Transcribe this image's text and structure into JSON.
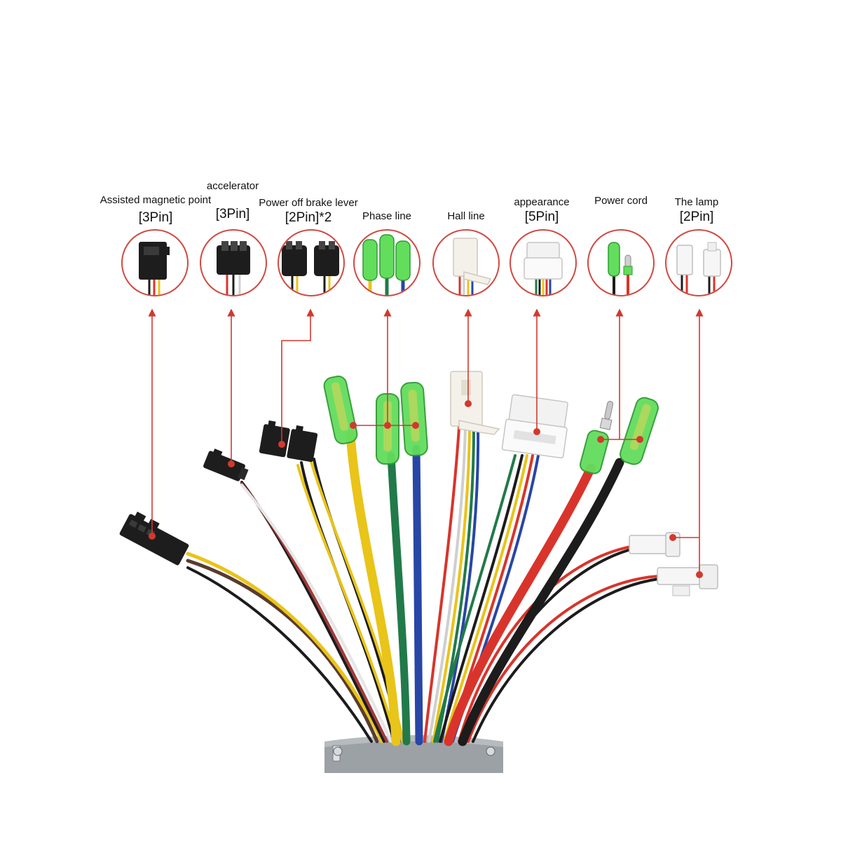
{
  "colors": {
    "background": "#ffffff",
    "leader_line": "#d1392f",
    "ring": "#cf4a42",
    "wire_yellow": "#e9c419",
    "wire_green": "#217a4a",
    "wire_blue": "#2746a6",
    "wire_red": "#d9342b",
    "wire_black": "#1c1c1c",
    "wire_brown": "#5a3b2e",
    "wire_white": "#e6e6e6",
    "connector_black": "#1d1d1d",
    "connector_white": "#f4f1ea",
    "terminal_green": "#63dd5c",
    "controller_body": "#9ca1a6"
  },
  "connectors": [
    {
      "key": "assisted",
      "title": "Assisted magnetic point",
      "pins": "[3Pin]",
      "icon": "black-3pin-connector-icon"
    },
    {
      "key": "accelerator",
      "title": "accelerator",
      "pins": "[3Pin]",
      "icon": "black-3pin-connector-icon"
    },
    {
      "key": "brake",
      "title": "Power off brake lever",
      "pins": "[2Pin]*2",
      "icon": "black-2pin-connector-pair-icon"
    },
    {
      "key": "phase",
      "title": "Phase line",
      "pins": "",
      "icon": "green-bullet-terminal-icon"
    },
    {
      "key": "hall",
      "title": "Hall line",
      "pins": "",
      "icon": "white-hall-connector-icon"
    },
    {
      "key": "appearance",
      "title": "appearance",
      "pins": "[5Pin]",
      "icon": "white-5pin-connector-icon"
    },
    {
      "key": "power",
      "title": "Power cord",
      "pins": "",
      "icon": "power-bullet-terminal-icon"
    },
    {
      "key": "lamp",
      "title": "The lamp",
      "pins": "[2Pin]",
      "icon": "white-2pin-connector-icon"
    }
  ]
}
